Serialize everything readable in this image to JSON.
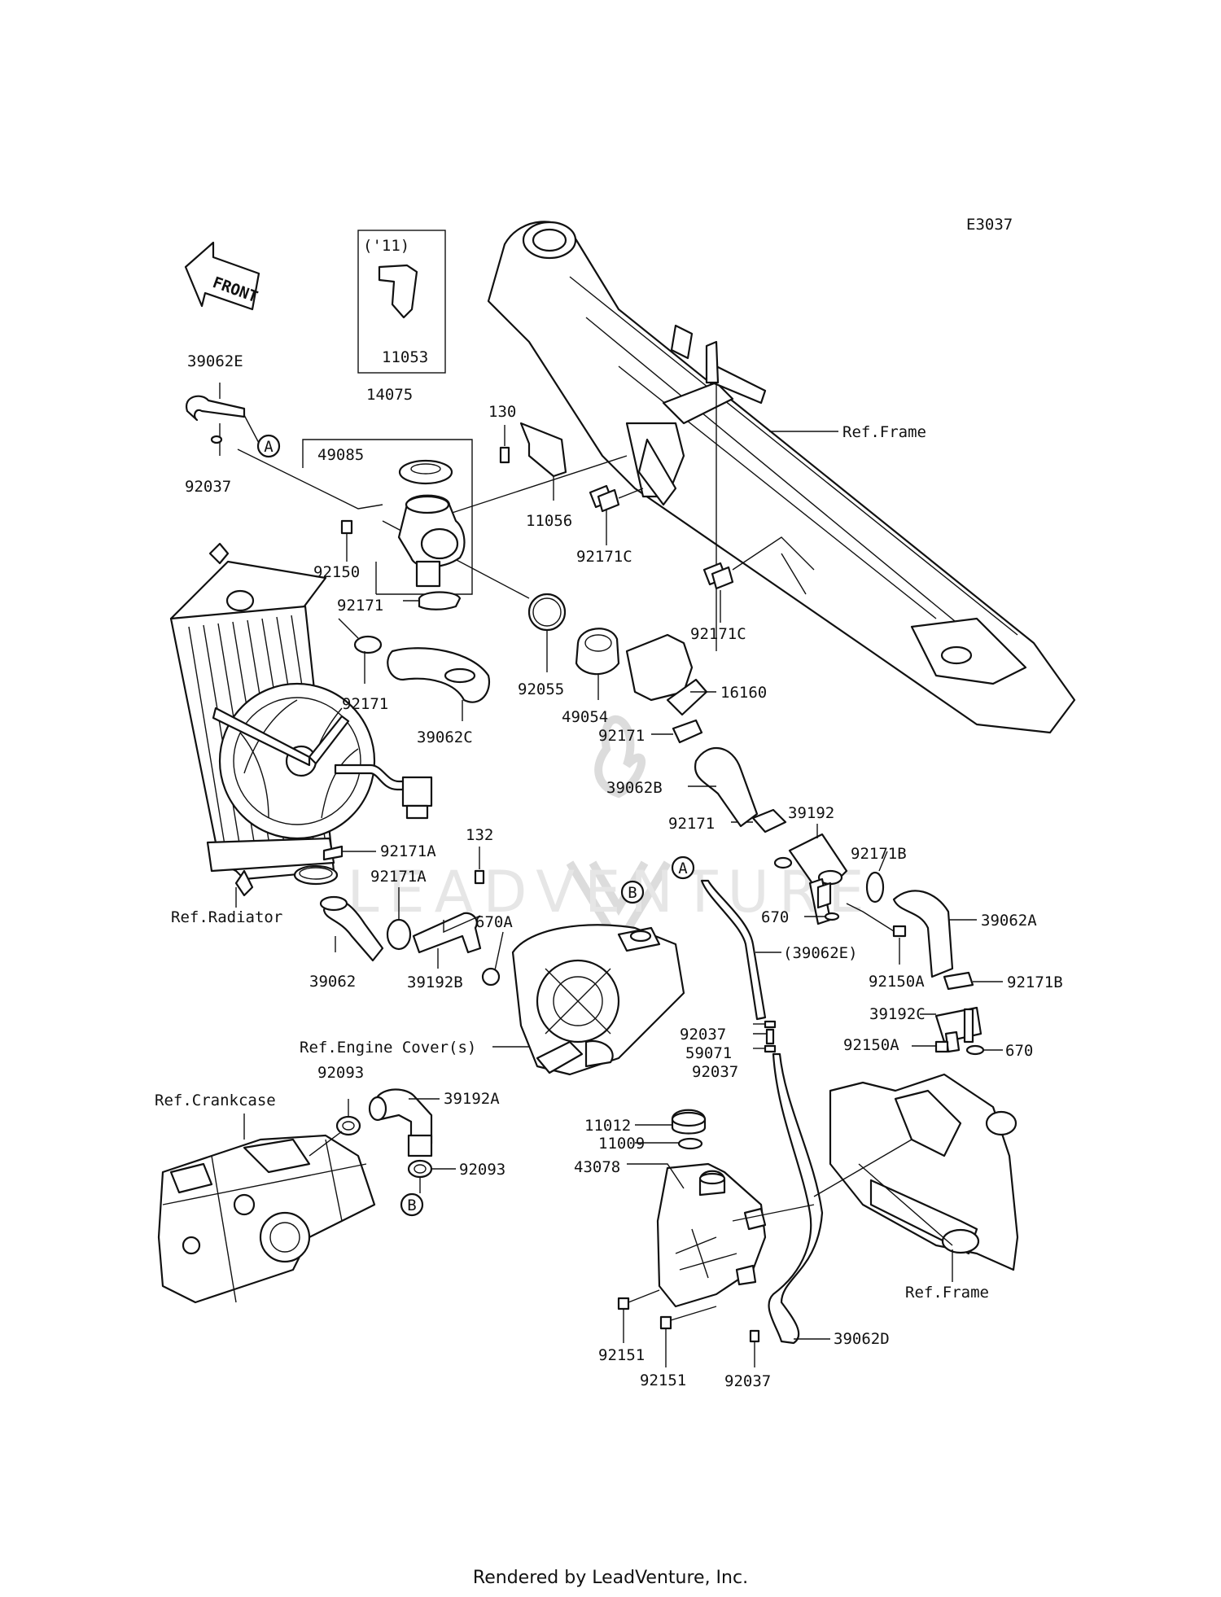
{
  "diagram_code": "E3037",
  "front_arrow_label": "FRONT",
  "year_note": "('11)",
  "watermark": "LEADVENTURE",
  "footer": "Rendered by LeadVenture, Inc.",
  "callouts": [
    "A",
    "A",
    "B",
    "B"
  ],
  "ref_labels": [
    "Ref.Frame",
    "Ref.Radiator",
    "Ref.Engine Cover(s)",
    "Ref.Crankcase",
    "Ref.Frame"
  ],
  "part_labels": [
    "11053",
    "14075",
    "39062E",
    "92037",
    "49085",
    "130",
    "11056",
    "92171C",
    "92150",
    "92171C",
    "92171",
    "92171",
    "92055",
    "49054",
    "16160",
    "39062C",
    "92171",
    "39062B",
    "39192",
    "92171",
    "92171B",
    "132",
    "92171A",
    "92171A",
    "670A",
    "670",
    "39062A",
    "(39062E)",
    "92150A",
    "92171B",
    "39062",
    "39192B",
    "39192C",
    "92150A",
    "670",
    "92037",
    "59071",
    "92037",
    "92093",
    "39192A",
    "11012",
    "11009",
    "43078",
    "92093",
    "92151",
    "92151",
    "92037",
    "39062D"
  ],
  "colors": {
    "line": "#111111",
    "watermark": "#dcdcdc"
  }
}
